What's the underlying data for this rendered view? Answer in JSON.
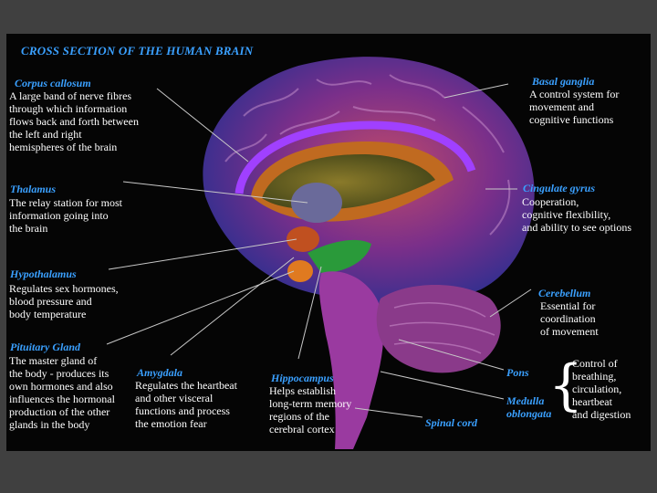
{
  "title": "CROSS SECTION OF THE HUMAN BRAIN",
  "labels": {
    "corpus_callosum": {
      "heading": "Corpus callosum",
      "text": "A large band of nerve fibres\nthrough which information\nflows back and forth between\nthe left and right\nhemispheres of the brain"
    },
    "thalamus": {
      "heading": "Thalamus",
      "text": "The relay station for most\ninformation going into\nthe brain"
    },
    "hypothalamus": {
      "heading": "Hypothalamus",
      "text": "Regulates sex hormones,\nblood pressure and\nbody temperature"
    },
    "pituitary": {
      "heading": "Pituitary Gland",
      "text": "The master gland of\nthe body - produces its\nown hormones and also\ninfluences the hormonal\nproduction of the other\nglands in the body"
    },
    "amygdala": {
      "heading": "Amygdala",
      "text": "Regulates the heartbeat\nand other visceral\nfunctions and process\nthe emotion fear"
    },
    "hippocampus": {
      "heading": "Hippocampus",
      "text": "Helps establish\nlong-term memory\nregions of the\ncerebral cortex"
    },
    "spinal_cord": {
      "heading": "Spinal cord"
    },
    "basal_ganglia": {
      "heading": "Basal ganglia",
      "text": "A control system for\nmovement and\ncognitive functions"
    },
    "cingulate_gyrus": {
      "heading": "Cingulate gyrus",
      "text": "Cooperation,\ncognitive flexibility,\nand ability to see options"
    },
    "cerebellum": {
      "heading": "Cerebellum",
      "text": "Essential for\ncoordination\nof movement"
    },
    "pons": {
      "heading": "Pons"
    },
    "medulla": {
      "heading": "Medulla\noblongata"
    },
    "brainstem_functions": {
      "text": "Control of\nbreathing,\ncirculation,\nheartbeat\nand digestion"
    }
  },
  "colors": {
    "heading": "#3aa0ff",
    "text": "#ffffff",
    "background": "#050505",
    "slide": "#404040"
  }
}
